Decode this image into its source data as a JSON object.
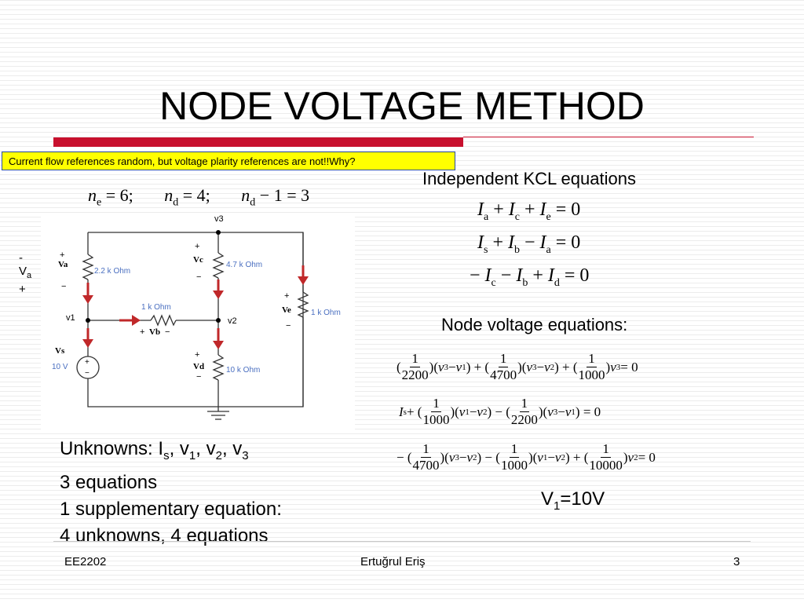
{
  "title": "NODE VOLTAGE METHOD",
  "callout": "Current flow references random, but voltage plarity references are not!!Why?",
  "counts": [
    "n_e = 6;",
    "n_d = 4;",
    "n_d − 1 = 3"
  ],
  "kcl": {
    "heading": "Independent KCL equations",
    "equations": [
      "I_a + I_c + I_e = 0",
      "I_s + I_b − I_a = 0",
      "−I_c − I_b + I_d = 0"
    ]
  },
  "node_voltage": {
    "heading": "Node voltage equations:"
  },
  "va_note": {
    "minus": "-",
    "label": "V",
    "sub": "a",
    "plus": "+"
  },
  "circuit": {
    "labels": {
      "v3": "v3",
      "v1": "v1",
      "v2": "v2",
      "r_a": "2.2 k Ohm",
      "r_c": "4.7 k Ohm",
      "r_b": "1 k Ohm",
      "r_e": "1 k Ohm",
      "r_d": "10 k Ohm",
      "vs": "Vs",
      "vs_value": "10 V",
      "va": "Va",
      "vc": "Vc",
      "vb": "Vb",
      "ve": "Ve",
      "vd": "Vd"
    }
  },
  "unknowns": {
    "line1_prefix": "Unknowns: I",
    "line2": "3 equations",
    "line3": "1 supplementary equation:",
    "line4": "4 unknowns, 4 equations"
  },
  "supplementary": {
    "lhs": "V",
    "sub": "1",
    "rhs": "=10V"
  },
  "footer": {
    "left": "EE2202",
    "center": "Ertuğrul Eriş",
    "right": "3"
  }
}
